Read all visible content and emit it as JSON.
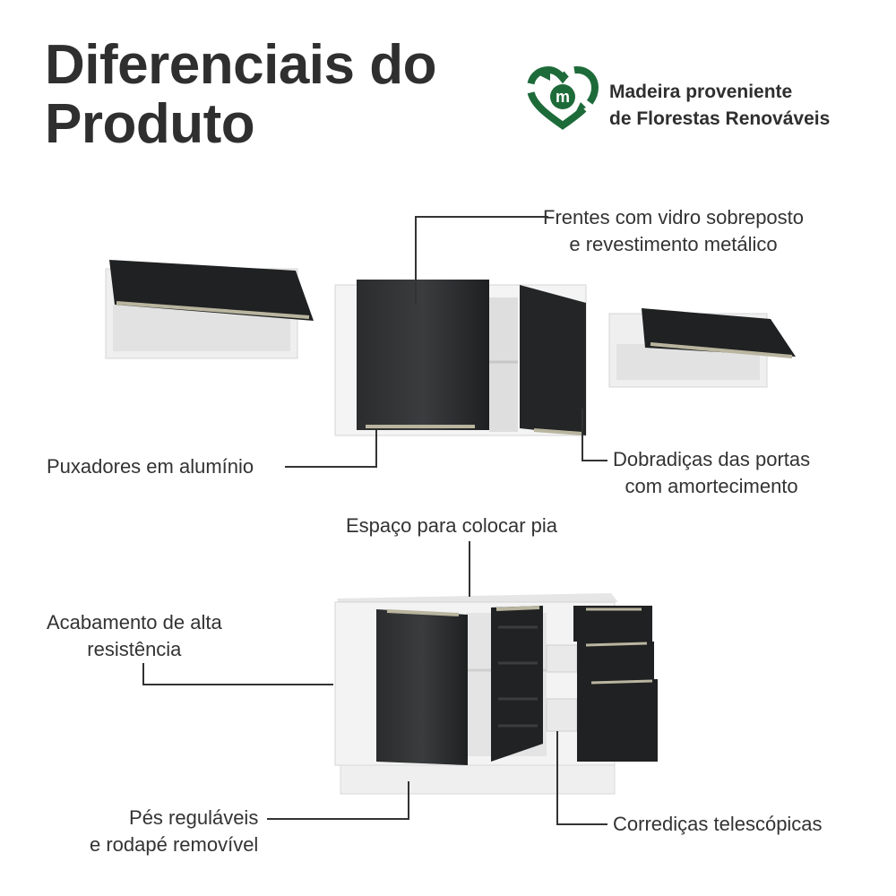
{
  "header": {
    "title_line1": "Diferenciais do",
    "title_line2": "Produto"
  },
  "badge": {
    "icon": "recycle-heart-icon",
    "line1": "Madeira proveniente",
    "line2": "de Florestas Renováveis",
    "color": "#1e6b3a"
  },
  "features": {
    "frentes_line1": "Frentes com vidro sobreposto",
    "frentes_line2": "e revestimento metálico",
    "puxadores": "Puxadores em alumínio",
    "dobradicas_line1": "Dobradiças das portas",
    "dobradicas_line2": "com amortecimento",
    "espaco": "Espaço para colocar pia",
    "acabamento_line1": "Acabamento de alta",
    "acabamento_line2": "resistência",
    "pes_line1": "Pés reguláveis",
    "pes_line2": "e rodapé removível",
    "corredicas": "Corrediças telescópicas"
  },
  "colors": {
    "door_black": "#1f2122",
    "cabinet_white": "#f2f2f2",
    "handle_aluminum": "#b9b59f",
    "leader_line": "#333333"
  }
}
